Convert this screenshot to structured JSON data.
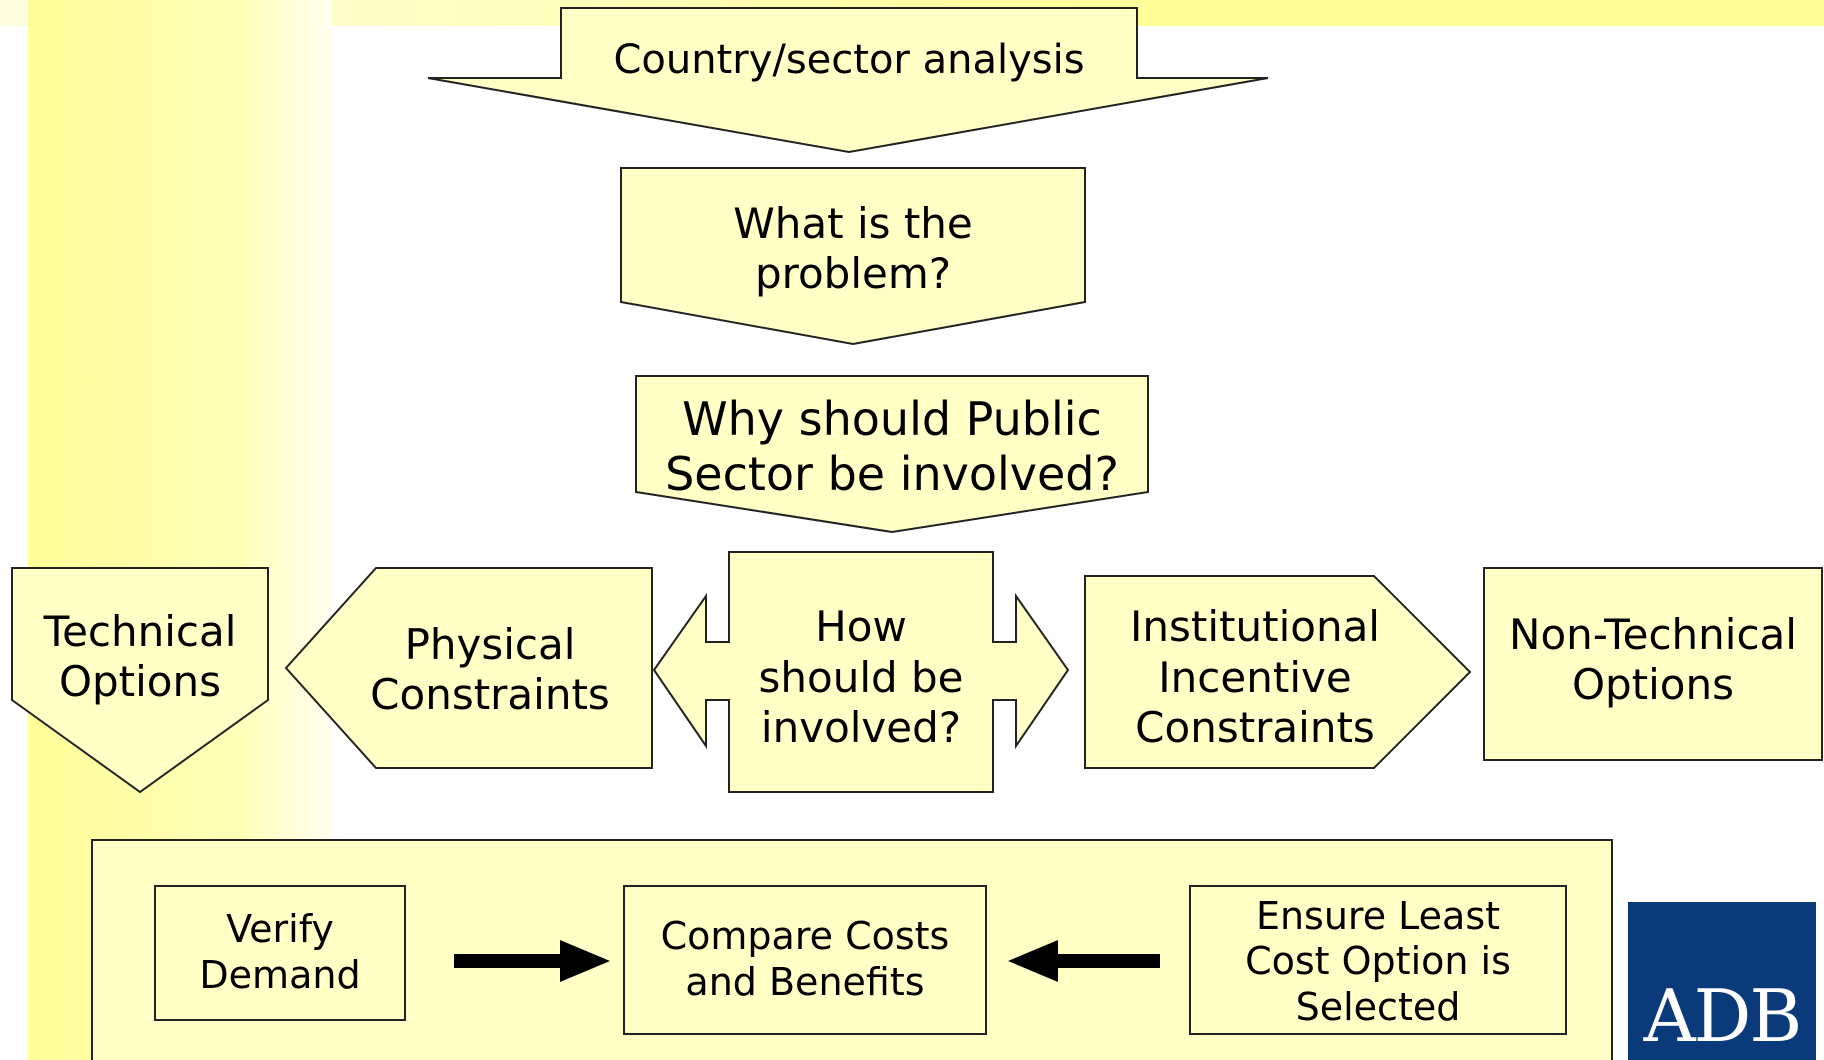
{
  "diagram": {
    "country_sector": "Country/sector analysis",
    "problem": "What is the\nproblem?",
    "why_public": "Why should Public\nSector be involved?",
    "how_involved": "How\nshould be\ninvolved?",
    "technical_options": "Technical\nOptions",
    "physical_constraints": "Physical\nConstraints",
    "institutional_constraints": "Institutional\nIncentive\nConstraints",
    "non_technical_options": "Non-Technical\nOptions",
    "verify_demand": "Verify\nDemand",
    "compare_costs": "Compare Costs\nand Benefits",
    "ensure_least_cost": "Ensure Least\nCost Option is\nSelected"
  },
  "logo": {
    "text": "ADB"
  },
  "colors": {
    "box_fill": "#ffffc6",
    "stroke": "#222222",
    "logo_bg": "#0b3a7a",
    "side_band": "#ffff99"
  }
}
